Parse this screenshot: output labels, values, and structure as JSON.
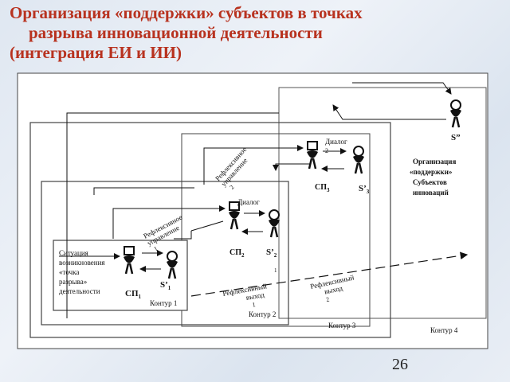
{
  "title": {
    "line1": "Организация «поддержки» субъектов в точках",
    "line2": "разрыва инновационной деятельности",
    "line3": "(интеграция ЕИ и ИИ)"
  },
  "page_number": "26",
  "contours": [
    "Контур 1",
    "Контур 2",
    "Контур 3",
    "Контур 4"
  ],
  "situation": {
    "lines": [
      "Ситуация",
      "возникновения",
      "«точка",
      "разрыва»",
      "деятельности"
    ]
  },
  "support_org": {
    "lines": [
      "Организация",
      "«поддержки»",
      "Субъектов",
      "инноваций"
    ]
  },
  "subjects": {
    "sp1": "СП",
    "sp1_sub": "1",
    "s1": "S’",
    "s1_sub": "1",
    "sp2": "СП",
    "sp2_sub": "2",
    "s2": "S’",
    "s2_sub": "2",
    "s2_extra": "1",
    "sp3": "СП",
    "sp3_sub": "3",
    "s3": "S’",
    "s3_sub": "3",
    "s_top": "S”"
  },
  "labels": {
    "dialog1": "Диалог",
    "dialog2": "Диалог",
    "dialog2_num": "2",
    "refl_ctrl1_a": "Рефлексивное",
    "refl_ctrl1_b": "управление",
    "refl_ctrl1_num": "1",
    "refl_ctrl2_a": "Рефлексивное",
    "refl_ctrl2_b": "управление",
    "refl_ctrl2_num": "2",
    "refl_out1_a": "Рефлексивный",
    "refl_out1_b": "выход",
    "refl_out1_num": "1",
    "refl_out2_a": "Рефлексивный",
    "refl_out2_b": "выход",
    "refl_out2_num": "2"
  }
}
